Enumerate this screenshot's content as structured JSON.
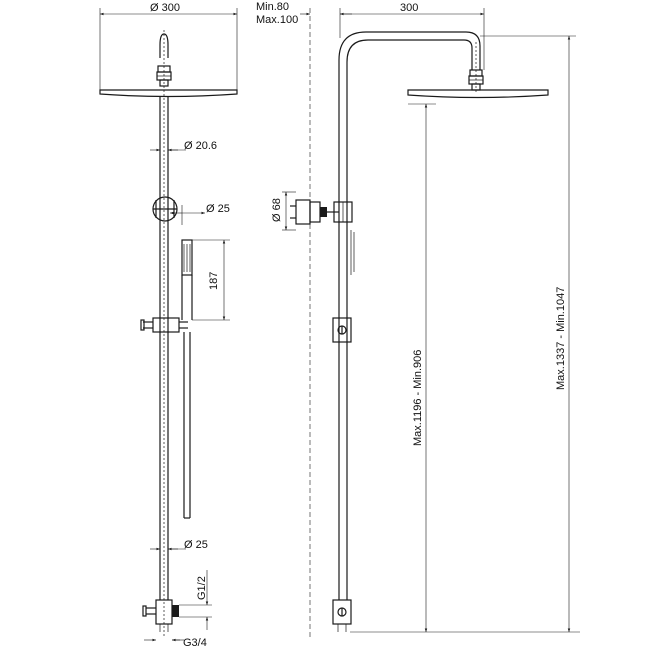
{
  "front_view": {
    "head_diameter": "Ø 300",
    "pipe_diameter": "Ø 20.6",
    "holder_diameter": "Ø 25",
    "hand_shower_length": "187",
    "bottom_pipe_diameter": "Ø 25",
    "inlet_thread": "G1/2",
    "outlet_thread": "G3/4"
  },
  "side_view": {
    "wall_distance_min": "Min.80",
    "wall_distance_max": "Max.100",
    "arm_length": "300",
    "bracket_diameter": "Ø 68",
    "head_height_range": "Max.1196 - Min.906",
    "total_height_range": "Max.1337 - Min.1047"
  }
}
